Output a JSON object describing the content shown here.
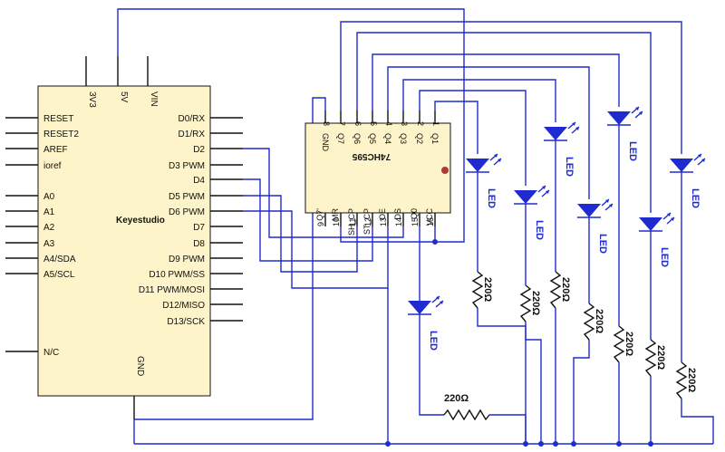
{
  "arduino": {
    "name": "Keyestudio",
    "top_pins": [
      "3V3",
      "5V",
      "VIN"
    ],
    "bottom_pin": "GND",
    "left_pins": [
      "RESET",
      "RESET2",
      "AREF",
      "ioref",
      "A0",
      "A1",
      "A2",
      "A3",
      "A4/SDA",
      "A5/SCL",
      "N/C"
    ],
    "right_pins": [
      "D0/RX",
      "D1/RX",
      "D2",
      "D3 PWM",
      "D4",
      "D5 PWM",
      "D6 PWM",
      "D7",
      "D8",
      "D9 PWM",
      "D10 PWM/SS",
      "D11 PWM/MOSI",
      "D12/MISO",
      "D13/SCK"
    ]
  },
  "ic": {
    "name": "74HC595",
    "top_pin_numbers": [
      "8",
      "7",
      "6",
      "5",
      "4",
      "3",
      "2",
      "1"
    ],
    "top_pin_names": [
      "GND",
      "Q7",
      "Q6",
      "Q5",
      "Q4",
      "Q3",
      "Q2",
      "Q1"
    ],
    "bottom_pin_names": [
      "Q7'",
      "MR",
      "SH_CP",
      "ST_CP",
      "OE",
      "DS",
      "Q0",
      "VCC"
    ],
    "bottom_pin_numbers": [
      "9",
      "10",
      "11",
      "12",
      "13",
      "14",
      "15",
      "16"
    ]
  },
  "led_label": "LED",
  "resistor_label": "220Ω"
}
